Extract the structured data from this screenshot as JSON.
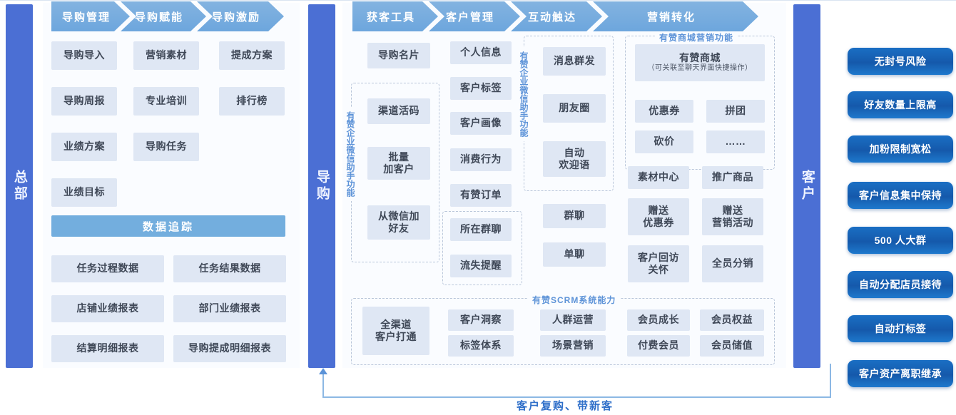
{
  "diagram": {
    "title_bottom": "客户复购、带新客",
    "colors": {
      "role_bar": "#4b6fd4",
      "chevron": "#6da6dd",
      "cell": "#dfe7f4",
      "banner": "#73aede",
      "pill": "#1559ab",
      "dash_title": "#5d93d8",
      "loop": "#8cb8e4"
    }
  },
  "roles": {
    "headquarters": "总部",
    "guide": "导购",
    "customer": "客户"
  },
  "hq": {
    "chevrons": [
      "导购管理",
      "导购赋能",
      "导购激励"
    ],
    "columns": [
      [
        "导购导入",
        "导购周报",
        "业绩方案",
        "业绩目标"
      ],
      [
        "营销素材",
        "专业培训",
        "导购任务"
      ],
      [
        "提成方案",
        "排行榜"
      ]
    ],
    "banner": "数据追踪",
    "reports": [
      "任务过程数据",
      "任务结果数据",
      "店铺业绩报表",
      "部门业绩报表",
      "结算明细报表",
      "导购提成明细报表"
    ]
  },
  "guide_panel": {
    "chevrons": [
      "获客工具",
      "客户管理",
      "互动触达",
      "营销转化"
    ],
    "col1": {
      "top": "导购名片",
      "group_label": "有赞企业微信助手功能",
      "items": [
        "渠道活码",
        "批量\n加客户",
        "从微信加\n好友"
      ]
    },
    "col2": {
      "items": [
        "个人信息",
        "客户标签",
        "客户画像",
        "消费行为",
        "有赞订单"
      ],
      "group_items": [
        "所在群聊",
        "流失提醒"
      ]
    },
    "col3": {
      "group_label": "有赞企业微信助手功能",
      "items": [
        "消息群发",
        "朋友圈",
        "自动\n欢迎语"
      ],
      "below": [
        "群聊",
        "单聊"
      ]
    },
    "marketing": {
      "group_label": "有赞商城营销功能",
      "mall": "有赞商城",
      "mall_sub": "（可关联至聊天界面快捷操作）",
      "inner": [
        "优惠券",
        "拼团",
        "砍价",
        "……"
      ],
      "outer": [
        "素材中心",
        "推广商品",
        "赠送\n优惠券",
        "赠送\n营销活动",
        "客户回访\n关怀",
        "全员分销"
      ]
    },
    "crm": {
      "group_label": "有赞SCRM系统能力",
      "wide": "全渠道\n客户打通",
      "pairs": [
        [
          "客户洞察",
          "标签体系"
        ],
        [
          "人群运营",
          "场景营销"
        ],
        [
          "会员成长",
          "付费会员"
        ],
        [
          "会员权益",
          "会员储值"
        ]
      ]
    }
  },
  "advantages": [
    "无封号风险",
    "好友数量上限高",
    "加粉限制宽松",
    "客户信息集中保持",
    "500 人大群",
    "自动分配店员接待",
    "自动打标签",
    "客户资产离职继承"
  ]
}
